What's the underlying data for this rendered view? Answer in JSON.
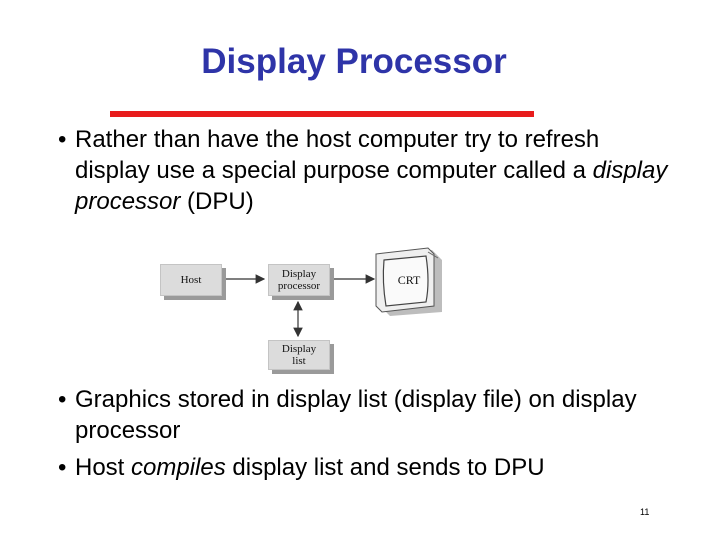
{
  "slide": {
    "title": "Display Processor",
    "bullets_top": [
      {
        "parts": [
          "Rather than have the host computer try to refresh display use a special purpose computer called a ",
          "display processor",
          " (DPU)"
        ]
      }
    ],
    "bullets_bottom": [
      {
        "parts": [
          "Graphics stored in display list (display file) on display processor"
        ]
      },
      {
        "parts": [
          "Host ",
          "compiles",
          " display list and sends to DPU"
        ]
      }
    ],
    "page_number": "11"
  },
  "diagram": {
    "host_label": "Host",
    "dpu_label_line1": "Display",
    "dpu_label_line2": "processor",
    "crt_label": "CRT",
    "list_label_line1": "Display",
    "list_label_line2": "list"
  },
  "colors": {
    "title": "#2e34a8",
    "rule": "#e81c1c",
    "box_fill": "#dcdcdc",
    "box_shadow": "#9a9a9a"
  }
}
